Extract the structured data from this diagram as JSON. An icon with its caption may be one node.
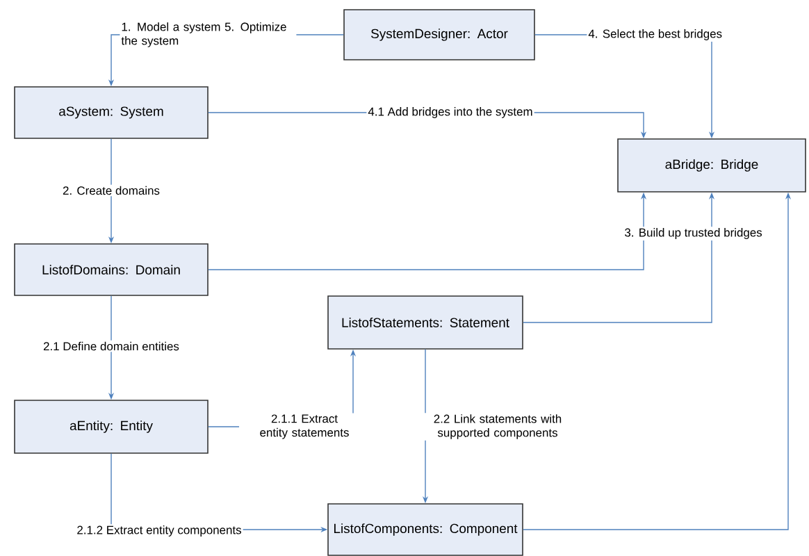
{
  "diagram": {
    "nodes": [
      {
        "text": [
          "SystemDesigner: Actor"
        ]
      },
      {
        "text": [
          "aSystem: System"
        ]
      },
      {
        "text": [
          "aBridge: Bridge"
        ]
      },
      {
        "text": [
          "ListofDomains: Domain"
        ]
      },
      {
        "text": [
          "ListofStatements: Statement"
        ]
      },
      {
        "text": [
          "aEntity: Entity"
        ]
      },
      {
        "text": [
          "ListofComponents: Component"
        ]
      }
    ],
    "edges": [
      {
        "from": 0,
        "to": 1,
        "arrow": "to",
        "label": "1. Model a system 5. Optimize the system"
      },
      {
        "from": 0,
        "to": 2,
        "arrow": "to",
        "label": "4. Select the best bridges"
      },
      {
        "from": 1,
        "to": 2,
        "arrow": "to",
        "label": "4.1 Add bridges into the system"
      },
      {
        "from": 1,
        "to": 3,
        "arrow": "to",
        "label": "2. Create domains"
      },
      {
        "from": 3,
        "to": 2,
        "arrow": "to",
        "label": "3.  Build up trusted bridges"
      },
      {
        "from": 4,
        "to": 2,
        "arrow": "to"
      },
      {
        "from": 6,
        "to": 2,
        "arrow": "to"
      },
      {
        "from": 3,
        "to": 5,
        "arrow": "to",
        "label": "2.1 Define domain entities"
      },
      {
        "from": 5,
        "to": 4,
        "arrow": "to",
        "label": "2.1.1 Extract entity statements"
      },
      {
        "from": 5,
        "to": 6,
        "arrow": "to",
        "label": "2.1.2 Extract entity components"
      },
      {
        "from": 4,
        "to": 6,
        "arrow": "to",
        "label": "2.2 Link statements with supported components"
      }
    ]
  }
}
